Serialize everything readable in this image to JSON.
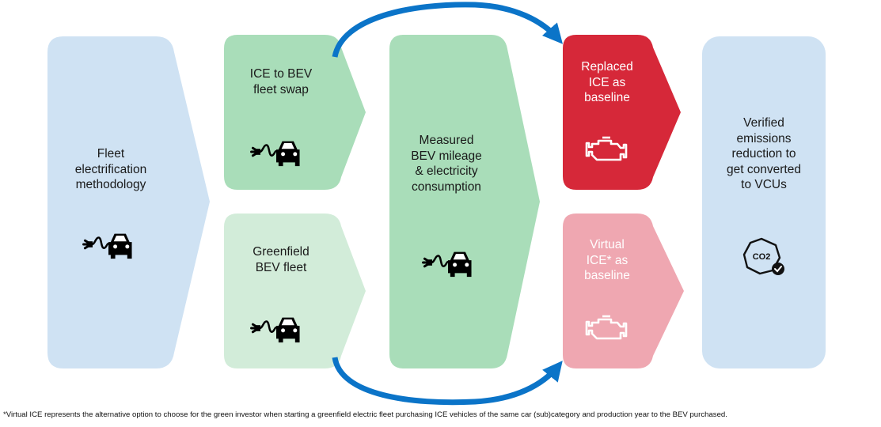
{
  "colors": {
    "blue_fill": "#CFE2F3",
    "green_fill": "#A9DDB9",
    "light_green_fill": "#D2ECD9",
    "red_fill": "#D62839",
    "pink_fill": "#EFA7B1",
    "arrow_blue": "#0B74C8"
  },
  "boxes": {
    "methodology": {
      "label": "Fleet\nelectrification\nmethodology",
      "icon": "ev-charging-car-icon"
    },
    "ice_to_bev": {
      "label": "ICE to BEV\nfleet swap",
      "icon": "ev-charging-car-icon"
    },
    "greenfield": {
      "label": "Greenfield\nBEV fleet",
      "icon": "ev-charging-car-icon"
    },
    "measured": {
      "label": "Measured\nBEV mileage\n& electricity\nconsumption",
      "icon": "ev-charging-car-icon"
    },
    "replaced_ice": {
      "label": "Replaced\nICE as\nbaseline",
      "icon": "engine-icon"
    },
    "virtual_ice": {
      "label": "Virtual\nICE* as\nbaseline",
      "icon": "engine-icon"
    },
    "verified": {
      "label": "Verified\nemissions\nreduction to\nget converted\nto VCUs",
      "icon": "co2-badge-icon",
      "icon_text": "CO2"
    }
  },
  "footnote": "*Virtual ICE represents the alternative option to choose for the green investor when starting a greenfield electric fleet purchasing ICE vehicles of the same car (sub)category and production year to the BEV purchased."
}
